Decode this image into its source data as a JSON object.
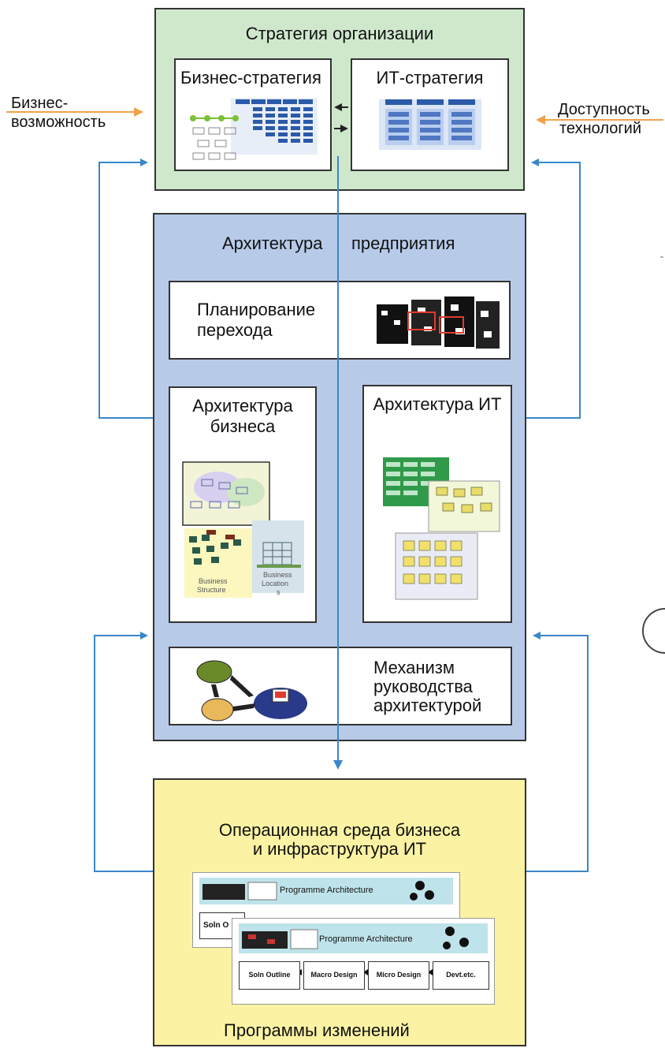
{
  "strategy": {
    "title": "Стратегия организации",
    "business_strategy": "Бизнес-стратегия",
    "it_strategy": "ИТ-стратегия"
  },
  "side_inputs": {
    "left_line1": "Бизнес-",
    "left_line2": "возможность",
    "right_line1": "Доступность",
    "right_line2": "технологий"
  },
  "enterprise": {
    "title_part1": "Архитектура",
    "title_part2": "предприятия",
    "transition_line1": "Планирование",
    "transition_line2": "перехода",
    "business_arch_line1": "Архитектура",
    "business_arch_line2": "бизнеса",
    "it_arch": "Архитектура ИТ",
    "governance_line1": "Механизм",
    "governance_line2": "руководства",
    "governance_line3": "архитектурой",
    "thumb_label1_line1": "Business",
    "thumb_label1_line2": "Structure",
    "thumb_label2_line1": "Business",
    "thumb_label2_line2": "Location",
    "thumb_label2_line3": "s"
  },
  "operations": {
    "title_line1": "Операционная среда бизнеса",
    "title_line2": "и инфраструктура ИТ",
    "program_arch_label": "Programme Architecture",
    "program_arch_label_front": "Programme Architecture",
    "back_stage_label": "Soln O",
    "stages": [
      "Soln Outline",
      "Macro Design",
      "Micro Design",
      "Devt.etc."
    ],
    "footer": "Программы изменений"
  },
  "colors": {
    "strategy_bg": "#cfe8cc",
    "enterprise_bg": "#b7cbe9",
    "operations_bg": "#fbf3a3",
    "flow_arrow": "#3a86c8",
    "input_arrow": "#f0a24a"
  }
}
